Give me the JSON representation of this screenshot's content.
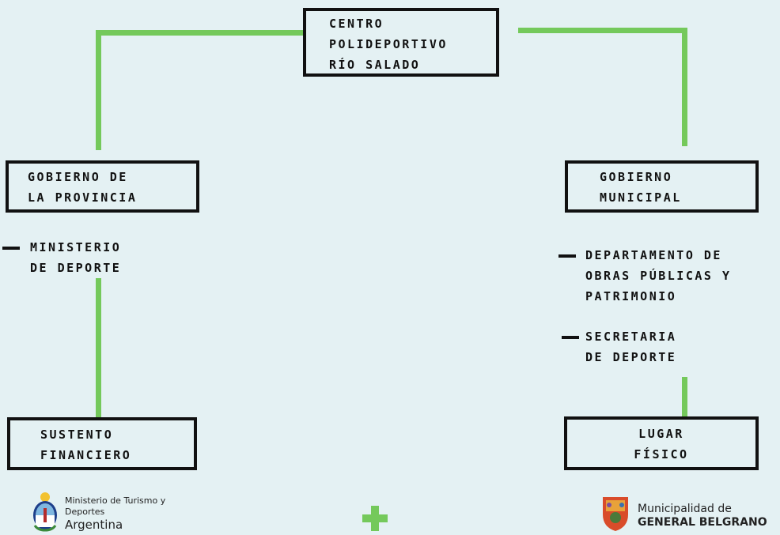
{
  "diagram": {
    "top": {
      "lines": [
        "CENTRO",
        "POLIDEPORTIVO",
        "RÍO SALADO"
      ]
    },
    "left_box": {
      "lines": [
        "GOBIERNO DE",
        "LA PROVINCIA"
      ]
    },
    "right_box": {
      "lines": [
        "GOBIERNO",
        "MUNICIPAL"
      ]
    },
    "left_item": {
      "lines": [
        "MINISTERIO",
        "DE DEPORTE"
      ]
    },
    "right_item_1": {
      "lines": [
        "DEPARTAMENTO DE",
        "OBRAS PÚBLICAS Y",
        "PATRIMONIO"
      ]
    },
    "right_item_2": {
      "lines": [
        "SECRETARIA",
        "DE DEPORTE"
      ]
    },
    "bottom_left": {
      "lines": [
        "SUSTENTO",
        "FINANCIERO"
      ]
    },
    "bottom_right": {
      "lines": [
        "LUGAR",
        "FÍSICO"
      ]
    }
  },
  "footer": {
    "left_logo": {
      "line1": "Ministerio de Turismo y",
      "line2": "Deportes",
      "line3": "Argentina"
    },
    "right_logo": {
      "line1": "Municipalidad de",
      "line2": "GENERAL BELGRANO"
    }
  },
  "colors": {
    "connector": "#74c95b",
    "background": "#e4f1f3",
    "border": "#111111"
  }
}
